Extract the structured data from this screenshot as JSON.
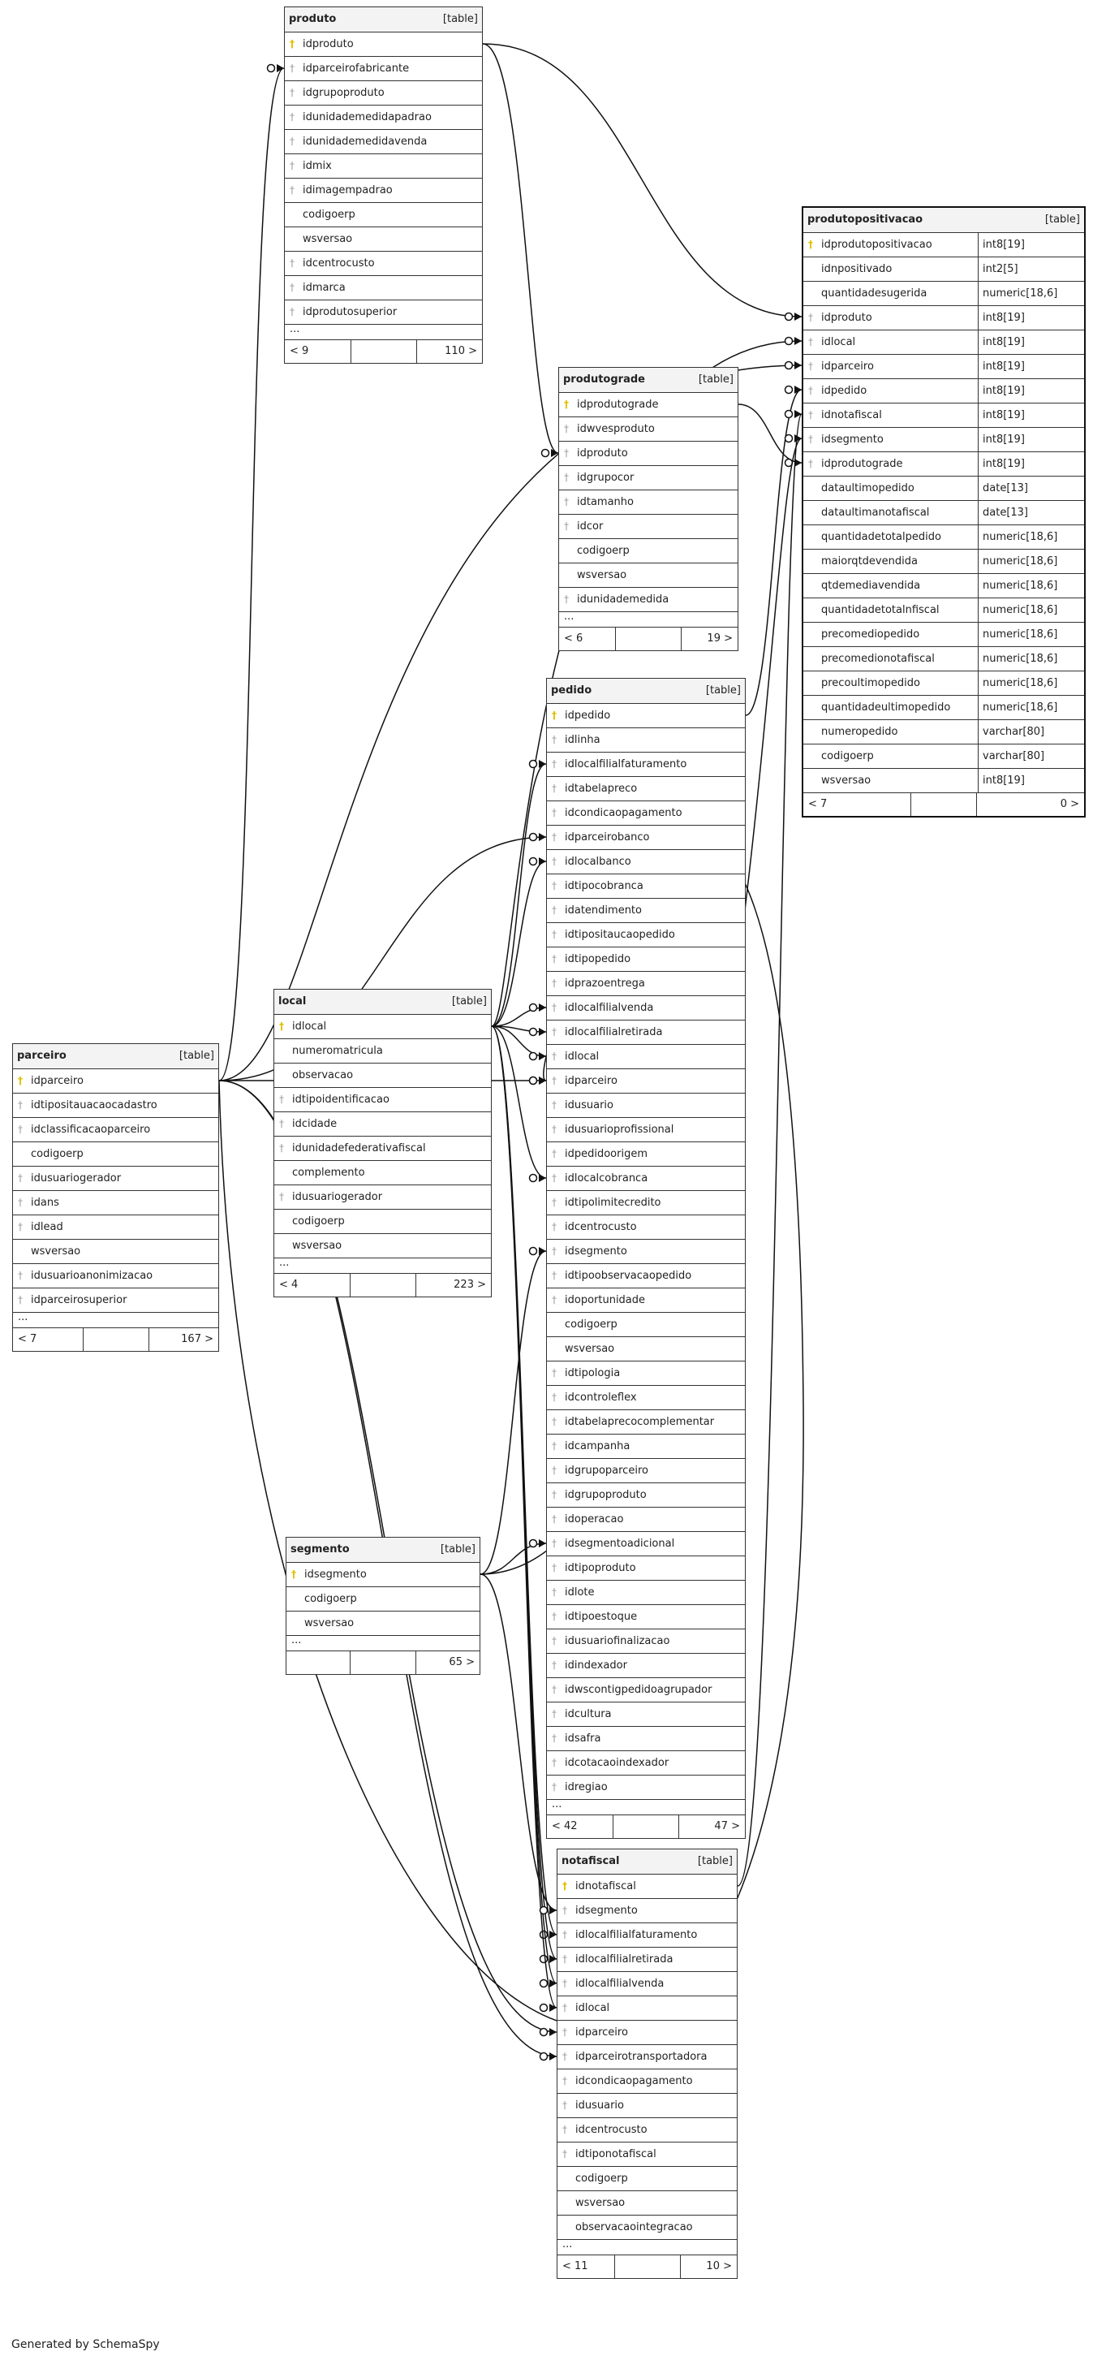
{
  "footer": {
    "generated_by": "Generated by SchemaSpy"
  },
  "tables": [
    {
      "id": "produto",
      "name": "produto",
      "kind": "[table]",
      "columns": [
        {
          "name": "idproduto",
          "key": "pk"
        },
        {
          "name": "idparceirofabricante",
          "key": "fk"
        },
        {
          "name": "idgrupoproduto",
          "key": "fk"
        },
        {
          "name": "idunidademedidapadrao",
          "key": "fk"
        },
        {
          "name": "idunidademedidavenda",
          "key": "fk"
        },
        {
          "name": "idmix",
          "key": "fk"
        },
        {
          "name": "idimagempadrao",
          "key": "fk"
        },
        {
          "name": "codigoerp",
          "key": ""
        },
        {
          "name": "wsversao",
          "key": ""
        },
        {
          "name": "idcentrocusto",
          "key": "fk"
        },
        {
          "name": "idmarca",
          "key": "fk"
        },
        {
          "name": "idprodutosuperior",
          "key": "fk"
        }
      ],
      "more": "...",
      "footer_left": "< 9",
      "footer_right": "110 >"
    },
    {
      "id": "produtopositivacao",
      "name": "produtopositivacao",
      "kind": "[table]",
      "columns": [
        {
          "name": "idprodutopositivacao",
          "key": "pk",
          "type": "int8[19]"
        },
        {
          "name": "idnpositivado",
          "key": "",
          "type": "int2[5]"
        },
        {
          "name": "quantidadesugerida",
          "key": "",
          "type": "numeric[18,6]"
        },
        {
          "name": "idproduto",
          "key": "fk",
          "type": "int8[19]"
        },
        {
          "name": "idlocal",
          "key": "fk",
          "type": "int8[19]"
        },
        {
          "name": "idparceiro",
          "key": "fk",
          "type": "int8[19]"
        },
        {
          "name": "idpedido",
          "key": "fk",
          "type": "int8[19]"
        },
        {
          "name": "idnotafiscal",
          "key": "fk",
          "type": "int8[19]"
        },
        {
          "name": "idsegmento",
          "key": "fk",
          "type": "int8[19]"
        },
        {
          "name": "idprodutograde",
          "key": "fk",
          "type": "int8[19]"
        },
        {
          "name": "dataultimopedido",
          "key": "",
          "type": "date[13]"
        },
        {
          "name": "dataultimanotafiscal",
          "key": "",
          "type": "date[13]"
        },
        {
          "name": "quantidadetotalpedido",
          "key": "",
          "type": "numeric[18,6]"
        },
        {
          "name": "maiorqtdevendida",
          "key": "",
          "type": "numeric[18,6]"
        },
        {
          "name": "qtdemediavendida",
          "key": "",
          "type": "numeric[18,6]"
        },
        {
          "name": "quantidadetotalnfiscal",
          "key": "",
          "type": "numeric[18,6]"
        },
        {
          "name": "precomediopedido",
          "key": "",
          "type": "numeric[18,6]"
        },
        {
          "name": "precomedionotafiscal",
          "key": "",
          "type": "numeric[18,6]"
        },
        {
          "name": "precoultimopedido",
          "key": "",
          "type": "numeric[18,6]"
        },
        {
          "name": "quantidadeultimopedido",
          "key": "",
          "type": "numeric[18,6]"
        },
        {
          "name": "numeropedido",
          "key": "",
          "type": "varchar[80]"
        },
        {
          "name": "codigoerp",
          "key": "",
          "type": "varchar[80]"
        },
        {
          "name": "wsversao",
          "key": "",
          "type": "int8[19]"
        }
      ],
      "more": "",
      "footer_left": "< 7",
      "footer_right": "0 >"
    },
    {
      "id": "produtograde",
      "name": "produtograde",
      "kind": "[table]",
      "columns": [
        {
          "name": "idprodutograde",
          "key": "pk"
        },
        {
          "name": "idwvesproduto",
          "key": "fk"
        },
        {
          "name": "idproduto",
          "key": "fk"
        },
        {
          "name": "idgrupocor",
          "key": "fk"
        },
        {
          "name": "idtamanho",
          "key": "fk"
        },
        {
          "name": "idcor",
          "key": "fk"
        },
        {
          "name": "codigoerp",
          "key": ""
        },
        {
          "name": "wsversao",
          "key": ""
        },
        {
          "name": "idunidademedida",
          "key": "fk"
        }
      ],
      "more": "...",
      "footer_left": "< 6",
      "footer_right": "19 >"
    },
    {
      "id": "pedido",
      "name": "pedido",
      "kind": "[table]",
      "columns": [
        {
          "name": "idpedido",
          "key": "pk"
        },
        {
          "name": "idlinha",
          "key": "fk"
        },
        {
          "name": "idlocalfilialfaturamento",
          "key": "fk"
        },
        {
          "name": "idtabelapreco",
          "key": "fk"
        },
        {
          "name": "idcondicaopagamento",
          "key": "fk"
        },
        {
          "name": "idparceirobanco",
          "key": "fk"
        },
        {
          "name": "idlocalbanco",
          "key": "fk"
        },
        {
          "name": "idtipocobranca",
          "key": "fk"
        },
        {
          "name": "idatendimento",
          "key": "fk"
        },
        {
          "name": "idtipositaucaopedido",
          "key": "fk"
        },
        {
          "name": "idtipopedido",
          "key": "fk"
        },
        {
          "name": "idprazoentrega",
          "key": "fk"
        },
        {
          "name": "idlocalfilialvenda",
          "key": "fk"
        },
        {
          "name": "idlocalfilialretirada",
          "key": "fk"
        },
        {
          "name": "idlocal",
          "key": "fk"
        },
        {
          "name": "idparceiro",
          "key": "fk"
        },
        {
          "name": "idusuario",
          "key": "fk"
        },
        {
          "name": "idusuarioprofissional",
          "key": "fk"
        },
        {
          "name": "idpedidoorigem",
          "key": "fk"
        },
        {
          "name": "idlocalcobranca",
          "key": "fk"
        },
        {
          "name": "idtipolimitecredito",
          "key": "fk"
        },
        {
          "name": "idcentrocusto",
          "key": "fk"
        },
        {
          "name": "idsegmento",
          "key": "fk"
        },
        {
          "name": "idtipoobservacaopedido",
          "key": "fk"
        },
        {
          "name": "idoportunidade",
          "key": "fk"
        },
        {
          "name": "codigoerp",
          "key": ""
        },
        {
          "name": "wsversao",
          "key": ""
        },
        {
          "name": "idtipologia",
          "key": "fk"
        },
        {
          "name": "idcontroleflex",
          "key": "fk"
        },
        {
          "name": "idtabelaprecocomplementar",
          "key": "fk"
        },
        {
          "name": "idcampanha",
          "key": "fk"
        },
        {
          "name": "idgrupoparceiro",
          "key": "fk"
        },
        {
          "name": "idgrupoproduto",
          "key": "fk"
        },
        {
          "name": "idoperacao",
          "key": "fk"
        },
        {
          "name": "idsegmentoadicional",
          "key": "fk"
        },
        {
          "name": "idtipoproduto",
          "key": "fk"
        },
        {
          "name": "idlote",
          "key": "fk"
        },
        {
          "name": "idtipoestoque",
          "key": "fk"
        },
        {
          "name": "idusuariofinalizacao",
          "key": "fk"
        },
        {
          "name": "idindexador",
          "key": "fk"
        },
        {
          "name": "idwscontigpedidoagrupador",
          "key": "fk"
        },
        {
          "name": "idcultura",
          "key": "fk"
        },
        {
          "name": "idsafra",
          "key": "fk"
        },
        {
          "name": "idcotacaoindexador",
          "key": "fk"
        },
        {
          "name": "idregiao",
          "key": "fk"
        }
      ],
      "more": "...",
      "footer_left": "< 42",
      "footer_right": "47 >"
    },
    {
      "id": "local",
      "name": "local",
      "kind": "[table]",
      "columns": [
        {
          "name": "idlocal",
          "key": "pk"
        },
        {
          "name": "numeromatricula",
          "key": ""
        },
        {
          "name": "observacao",
          "key": ""
        },
        {
          "name": "idtipoidentificacao",
          "key": "fk"
        },
        {
          "name": "idcidade",
          "key": "fk"
        },
        {
          "name": "idunidadefederativafiscal",
          "key": "fk"
        },
        {
          "name": "complemento",
          "key": ""
        },
        {
          "name": "idusuariogerador",
          "key": "fk"
        },
        {
          "name": "codigoerp",
          "key": ""
        },
        {
          "name": "wsversao",
          "key": ""
        }
      ],
      "more": "...",
      "footer_left": "< 4",
      "footer_right": "223 >"
    },
    {
      "id": "parceiro",
      "name": "parceiro",
      "kind": "[table]",
      "columns": [
        {
          "name": "idparceiro",
          "key": "pk"
        },
        {
          "name": "idtipositauacaocadastro",
          "key": "fk"
        },
        {
          "name": "idclassificacaoparceiro",
          "key": "fk"
        },
        {
          "name": "codigoerp",
          "key": ""
        },
        {
          "name": "idusuariogerador",
          "key": "fk"
        },
        {
          "name": "idans",
          "key": "fk"
        },
        {
          "name": "idlead",
          "key": "fk"
        },
        {
          "name": "wsversao",
          "key": ""
        },
        {
          "name": "idusuarioanonimizacao",
          "key": "fk"
        },
        {
          "name": "idparceirosuperior",
          "key": "fk"
        }
      ],
      "more": "...",
      "footer_left": "< 7",
      "footer_right": "167 >"
    },
    {
      "id": "segmento",
      "name": "segmento",
      "kind": "[table]",
      "columns": [
        {
          "name": "idsegmento",
          "key": "pk"
        },
        {
          "name": "codigoerp",
          "key": ""
        },
        {
          "name": "wsversao",
          "key": ""
        }
      ],
      "more": "...",
      "footer_left": "",
      "footer_right": "65 >"
    },
    {
      "id": "notafiscal",
      "name": "notafiscal",
      "kind": "[table]",
      "columns": [
        {
          "name": "idnotafiscal",
          "key": "pk"
        },
        {
          "name": "idsegmento",
          "key": "fk"
        },
        {
          "name": "idlocalfilialfaturamento",
          "key": "fk"
        },
        {
          "name": "idlocalfilialretirada",
          "key": "fk"
        },
        {
          "name": "idlocalfilialvenda",
          "key": "fk"
        },
        {
          "name": "idlocal",
          "key": "fk"
        },
        {
          "name": "idparceiro",
          "key": "fk"
        },
        {
          "name": "idparceirotransportadora",
          "key": "fk"
        },
        {
          "name": "idcondicaopagamento",
          "key": "fk"
        },
        {
          "name": "idusuario",
          "key": "fk"
        },
        {
          "name": "idcentrocusto",
          "key": "fk"
        },
        {
          "name": "idtiponotafiscal",
          "key": "fk"
        },
        {
          "name": "codigoerp",
          "key": ""
        },
        {
          "name": "wsversao",
          "key": ""
        },
        {
          "name": "observacaointegracao",
          "key": ""
        }
      ],
      "more": "...",
      "footer_left": "< 11",
      "footer_right": "10 >"
    }
  ]
}
